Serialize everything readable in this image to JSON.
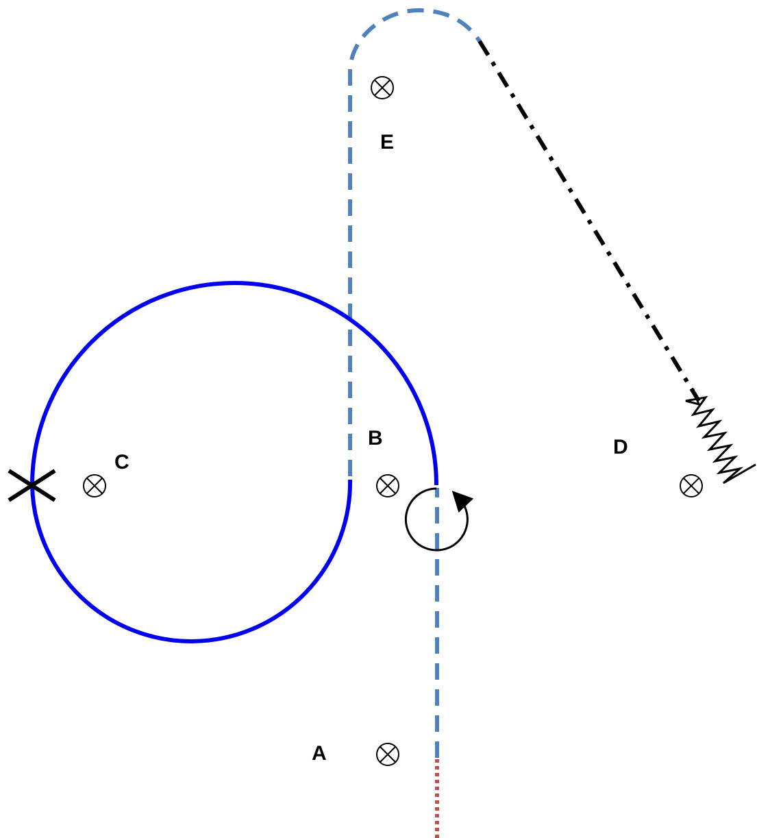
{
  "labels": {
    "A": "A",
    "B": "B",
    "C": "C",
    "D": "D",
    "E": "E"
  },
  "colors": {
    "circular_path": "#0000ee",
    "dashed_path": "#4f81bd",
    "dotted_path": "#c0504d",
    "dash_dot_path": "#000000",
    "field_symbols": "#000000"
  },
  "icons": {
    "field_into_page": "circle-cross-icon",
    "end_marker": "x-mark-icon",
    "rotation": "circular-arrow-icon",
    "zigzag": "zigzag-icon"
  }
}
